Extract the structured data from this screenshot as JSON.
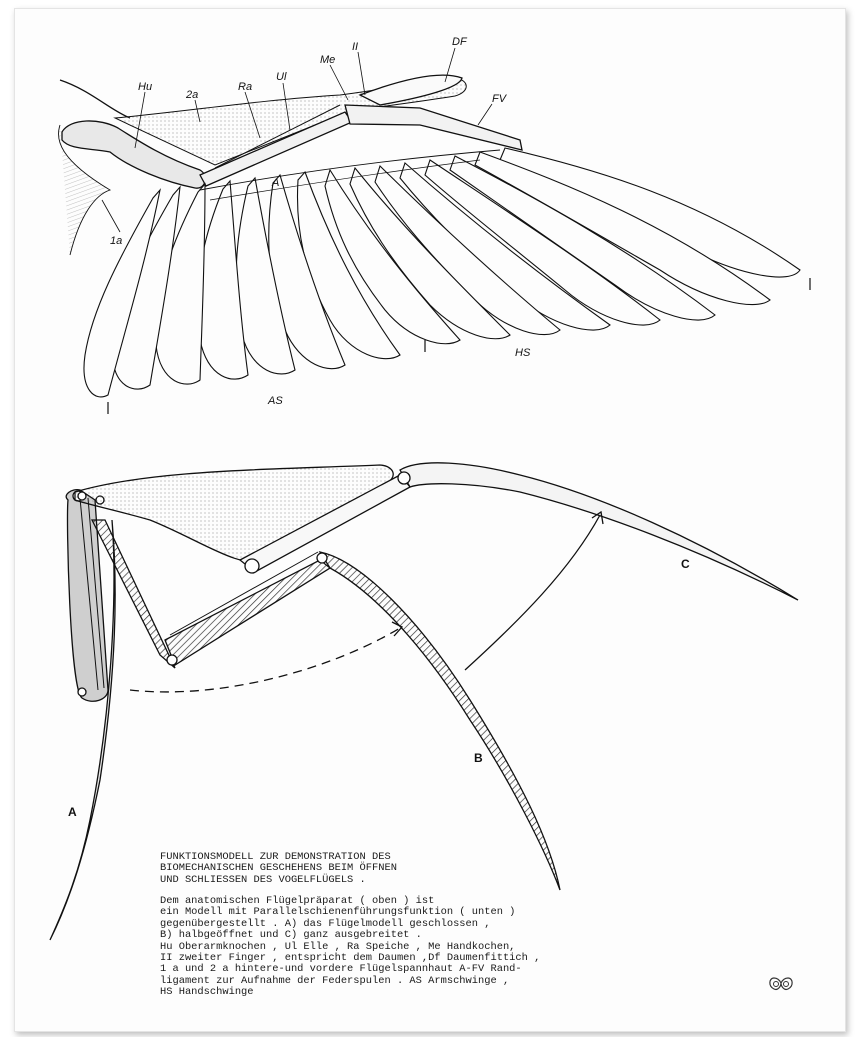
{
  "labels": {
    "hu": "Hu",
    "2a": "2a",
    "ra": "Ra",
    "ul": "Ul",
    "me": "Me",
    "ii": "II",
    "df": "DF",
    "fv": "FV",
    "a_small": "A",
    "1a": "1a",
    "hs": "HS",
    "as": "AS",
    "model_a": "A",
    "model_b": "B",
    "model_c": "C"
  },
  "caption": {
    "title": "FUNKTIONSMODELL ZUR DEMONSTRATION DES\nBIOMECHANISCHEN GESCHEHENS BEIM ÖFFNEN\nUND SCHLIESSEN DES VOGELFLÜGELS .",
    "body": "Dem anatomischen Flügelpräparat ( oben ) ist\nein Modell mit Parallelschienenführungsfunktion ( unten )\ngegenübergestellt . A) das Flügelmodell geschlossen ,\nB) halbgeöffnet und C) ganz ausgebreitet .\nHu Oberarmknochen , Ul Elle , Ra Speiche , Me Handkochen,\nII zweiter Finger , entspricht dem Daumen ,Df Daumenfittich ,\n1 a und 2 a hintere-und vordere Flügelspannhaut A-FV Rand-\nligament zur Aufnahme der Federspulen . AS Armschwinge ,\nHS Handschwinge"
  }
}
